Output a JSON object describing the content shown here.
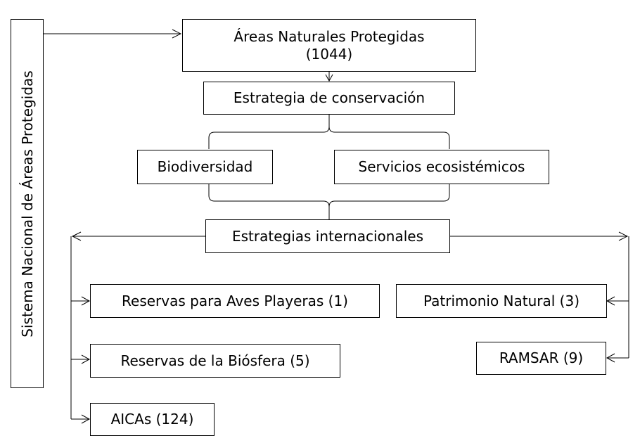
{
  "side_label": "Sistema Nacional de Áreas Protegidas",
  "main": {
    "title": "Áreas Naturales Protegidas",
    "count": "(1044)"
  },
  "strategy": "Estrategia de conservación",
  "pillars": [
    "Biodiversidad",
    "Servicios ecosistémicos"
  ],
  "international": "Estrategias internacionales",
  "left_items": [
    "Reservas para Aves Playeras (1)",
    "Reservas de la Biósfera (5)",
    "AICAs (124)"
  ],
  "right_items": [
    "Patrimonio Natural (3)",
    "RAMSAR (9)"
  ]
}
